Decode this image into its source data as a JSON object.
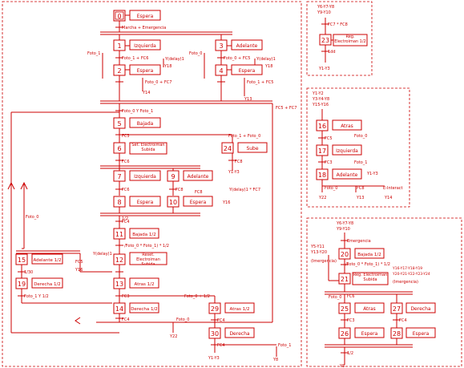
{
  "steps": [
    {
      "id": "s0",
      "num": "0",
      "action": "Espera"
    },
    {
      "id": "s1",
      "num": "1",
      "action": "Izquierda"
    },
    {
      "id": "s2",
      "num": "2",
      "action": "Espera"
    },
    {
      "id": "s3",
      "num": "3",
      "action": "Adelante"
    },
    {
      "id": "s4",
      "num": "4",
      "action": "Espera"
    },
    {
      "id": "s5",
      "num": "5",
      "action": "Bajada"
    },
    {
      "id": "s6",
      "num": "6",
      "action": "Set. Electroiman Subida"
    },
    {
      "id": "s24a",
      "num": "24",
      "action": "Sube"
    },
    {
      "id": "s7",
      "num": "7",
      "action": "Izquierda"
    },
    {
      "id": "s8",
      "num": "8",
      "action": "Espera"
    },
    {
      "id": "s9",
      "num": "9",
      "action": "Adelante"
    },
    {
      "id": "s10",
      "num": "10",
      "action": "Espera"
    },
    {
      "id": "s11",
      "num": "11",
      "action": "Bajada 1/2"
    },
    {
      "id": "s12",
      "num": "12",
      "action": "Reset. Electroiman Subida"
    },
    {
      "id": "s15",
      "num": "15",
      "action": "Adelante 1/2"
    },
    {
      "id": "s19",
      "num": "19",
      "action": "Derecha 1/2"
    },
    {
      "id": "s13",
      "num": "13",
      "action": "Atras 1/2"
    },
    {
      "id": "s14",
      "num": "14",
      "action": "Derecha 1/2"
    },
    {
      "id": "s29",
      "num": "29",
      "action": "Atras 1/2"
    },
    {
      "id": "s30",
      "num": "30",
      "action": "Derecha"
    },
    {
      "id": "s23",
      "num": "23",
      "action": "Reg. Electroiman 1/2"
    },
    {
      "id": "s16",
      "num": "16",
      "action": "Atras"
    },
    {
      "id": "s17",
      "num": "17",
      "action": "Izquierda"
    },
    {
      "id": "s18",
      "num": "18",
      "action": "Adelante"
    },
    {
      "id": "s20",
      "num": "20",
      "action": "Bajada 1/2"
    },
    {
      "id": "s21",
      "num": "21",
      "action": "Reg. Electroiman Subida"
    },
    {
      "id": "s25",
      "num": "25",
      "action": "Atras"
    },
    {
      "id": "s27",
      "num": "27",
      "action": "Derecha"
    },
    {
      "id": "s26",
      "num": "26",
      "action": "Espera"
    },
    {
      "id": "s28",
      "num": "28",
      "action": "Espera"
    }
  ],
  "labels": [
    {
      "id": "t_marcha",
      "text": "Marcha + Emergencia"
    },
    {
      "id": "t_foto1a",
      "text": "Foto_1"
    },
    {
      "id": "t_foto0a",
      "text": "Foto_0"
    },
    {
      "id": "t_cond1",
      "text": "Foto_1 + FC6"
    },
    {
      "id": "t_cond2",
      "text": "Foto_0 + FC5"
    },
    {
      "id": "t_ydelay1",
      "text": "Y(delay)1"
    },
    {
      "id": "t_ydelay2",
      "text": "Y(delay)1"
    },
    {
      "id": "t_y18a",
      "text": "Y18"
    },
    {
      "id": "t_y18b",
      "text": "Y18"
    },
    {
      "id": "t_c3",
      "text": "Foto_0 + FC7"
    },
    {
      "id": "t_c4",
      "text": "Foto_1 + FC5"
    },
    {
      "id": "t_y14",
      "text": "Y14"
    },
    {
      "id": "t_y13",
      "text": "Y13"
    },
    {
      "id": "t_f0f1",
      "text": "Foto_0 Y Foto_1"
    },
    {
      "id": "t_fc5fc7",
      "text": "FC5 + FC7"
    },
    {
      "id": "t_fc3",
      "text": "FC3"
    },
    {
      "id": "t_ff",
      "text": "Foto_1 + Foto_0"
    },
    {
      "id": "t_fc6",
      "text": "FC6"
    },
    {
      "id": "t_fc8",
      "text": "FC8"
    },
    {
      "id": "t_y1y3a",
      "text": "Y1-Y3"
    },
    {
      "id": "t_fc6b",
      "text": "FC6"
    },
    {
      "id": "t_fc8b",
      "text": "FC8"
    },
    {
      "id": "t_fc8c",
      "text": "FC8"
    },
    {
      "id": "t_ydel3",
      "text": "Y(delay)1 * FC7"
    },
    {
      "id": "t_y16",
      "text": "Y16"
    },
    {
      "id": "t_foto0b",
      "text": "Foto_0"
    },
    {
      "id": "t_fc4",
      "text": "FC4"
    },
    {
      "id": "t_cmid",
      "text": "/Foto_0 * Foto_1) * 1/2"
    },
    {
      "id": "t_ydelay4",
      "text": "Y(delay)1"
    },
    {
      "id": "t_fc5",
      "text": "FC5"
    },
    {
      "id": "t_y16b",
      "text": "Y16"
    },
    {
      "id": "t_130",
      "text": "1/30"
    },
    {
      "id": "t_fc3b",
      "text": "FC3"
    },
    {
      "id": "t_c5",
      "text": "Foto_0 + 1/2"
    },
    {
      "id": "t_f1y",
      "text": "Foto_1 Y 1/2"
    },
    {
      "id": "t_fc4b",
      "text": "FC4"
    },
    {
      "id": "t_foto0c",
      "text": "Foto_0"
    },
    {
      "id": "t_y22",
      "text": "Y22"
    },
    {
      "id": "t_fc4c",
      "text": "FC4"
    },
    {
      "id": "t_y1y3b",
      "text": "Y1-Y3"
    },
    {
      "id": "t_foto1c",
      "text": "Foto_1"
    },
    {
      "id": "t_y8",
      "text": "Y8"
    },
    {
      "id": "t_fc4d",
      "text": "FC4"
    },
    {
      "id": "t_x12",
      "text": "1/2"
    },
    {
      "id": "t_hdr23",
      "text": "Y6-Y7-Y8"
    },
    {
      "id": "t_hdr23b",
      "text": "Y9-Y10"
    },
    {
      "id": "t_fc7fc8",
      "text": "FC7 * FC8"
    },
    {
      "id": "t_1dd",
      "text": "1dd"
    },
    {
      "id": "t_y1y3c",
      "text": "Y1-Y3"
    },
    {
      "id": "t_hdr16",
      "text": "Y1-Y2"
    },
    {
      "id": "t_hdr16b",
      "text": "Y3-Y4-Y8"
    },
    {
      "id": "t_hdr16c",
      "text": "Y15-Y16"
    },
    {
      "id": "t_foto0d",
      "text": "Foto_0"
    },
    {
      "id": "t_fc5b",
      "text": "FC5"
    },
    {
      "id": "t_foto1d",
      "text": "Foto_1"
    },
    {
      "id": "t_fc3c",
      "text": "FC3"
    },
    {
      "id": "t_y1y3d",
      "text": "Y1-Y3"
    },
    {
      "id": "t_foto0e",
      "text": "Foto_0"
    },
    {
      "id": "t_fc8d",
      "text": "FC8"
    },
    {
      "id": "t_ext",
      "text": "E-Interact"
    },
    {
      "id": "t_y22b",
      "text": "Y22"
    },
    {
      "id": "t_y13b",
      "text": "Y13"
    },
    {
      "id": "t_y14b",
      "text": "Y14"
    },
    {
      "id": "t_hdr20",
      "text": "Y6-Y7-Y8"
    },
    {
      "id": "t_hdr20b",
      "text": "Y9-Y10"
    },
    {
      "id": "t_emerg",
      "text": "Emergencia"
    },
    {
      "id": "t_y5y11",
      "text": "Y5-Y11"
    },
    {
      "id": "t_y13y20",
      "text": "Y13-Y20"
    },
    {
      "id": "t_imerg1",
      "text": "(Imergencia)"
    },
    {
      "id": "t_cmid2",
      "text": "/Foto_0 * Foto_1) * 1/2"
    },
    {
      "id": "t_ylist1",
      "text": "Y16-Y17-Y18-Y19"
    },
    {
      "id": "t_ylist2",
      "text": "Y20-Y21-Y22-Y23-Y24"
    },
    {
      "id": "t_imerg2",
      "text": "(Imergencia)"
    },
    {
      "id": "t_fc6c",
      "text": "FC6"
    },
    {
      "id": "t_fc3d",
      "text": "FC3"
    },
    {
      "id": "t_fc4e",
      "text": "FC4"
    },
    {
      "id": "t_x12b",
      "text": "1/2"
    },
    {
      "id": "t_y8b",
      "text": "Y8"
    },
    {
      "id": "t_foto0f",
      "text": "Foto_0"
    }
  ]
}
